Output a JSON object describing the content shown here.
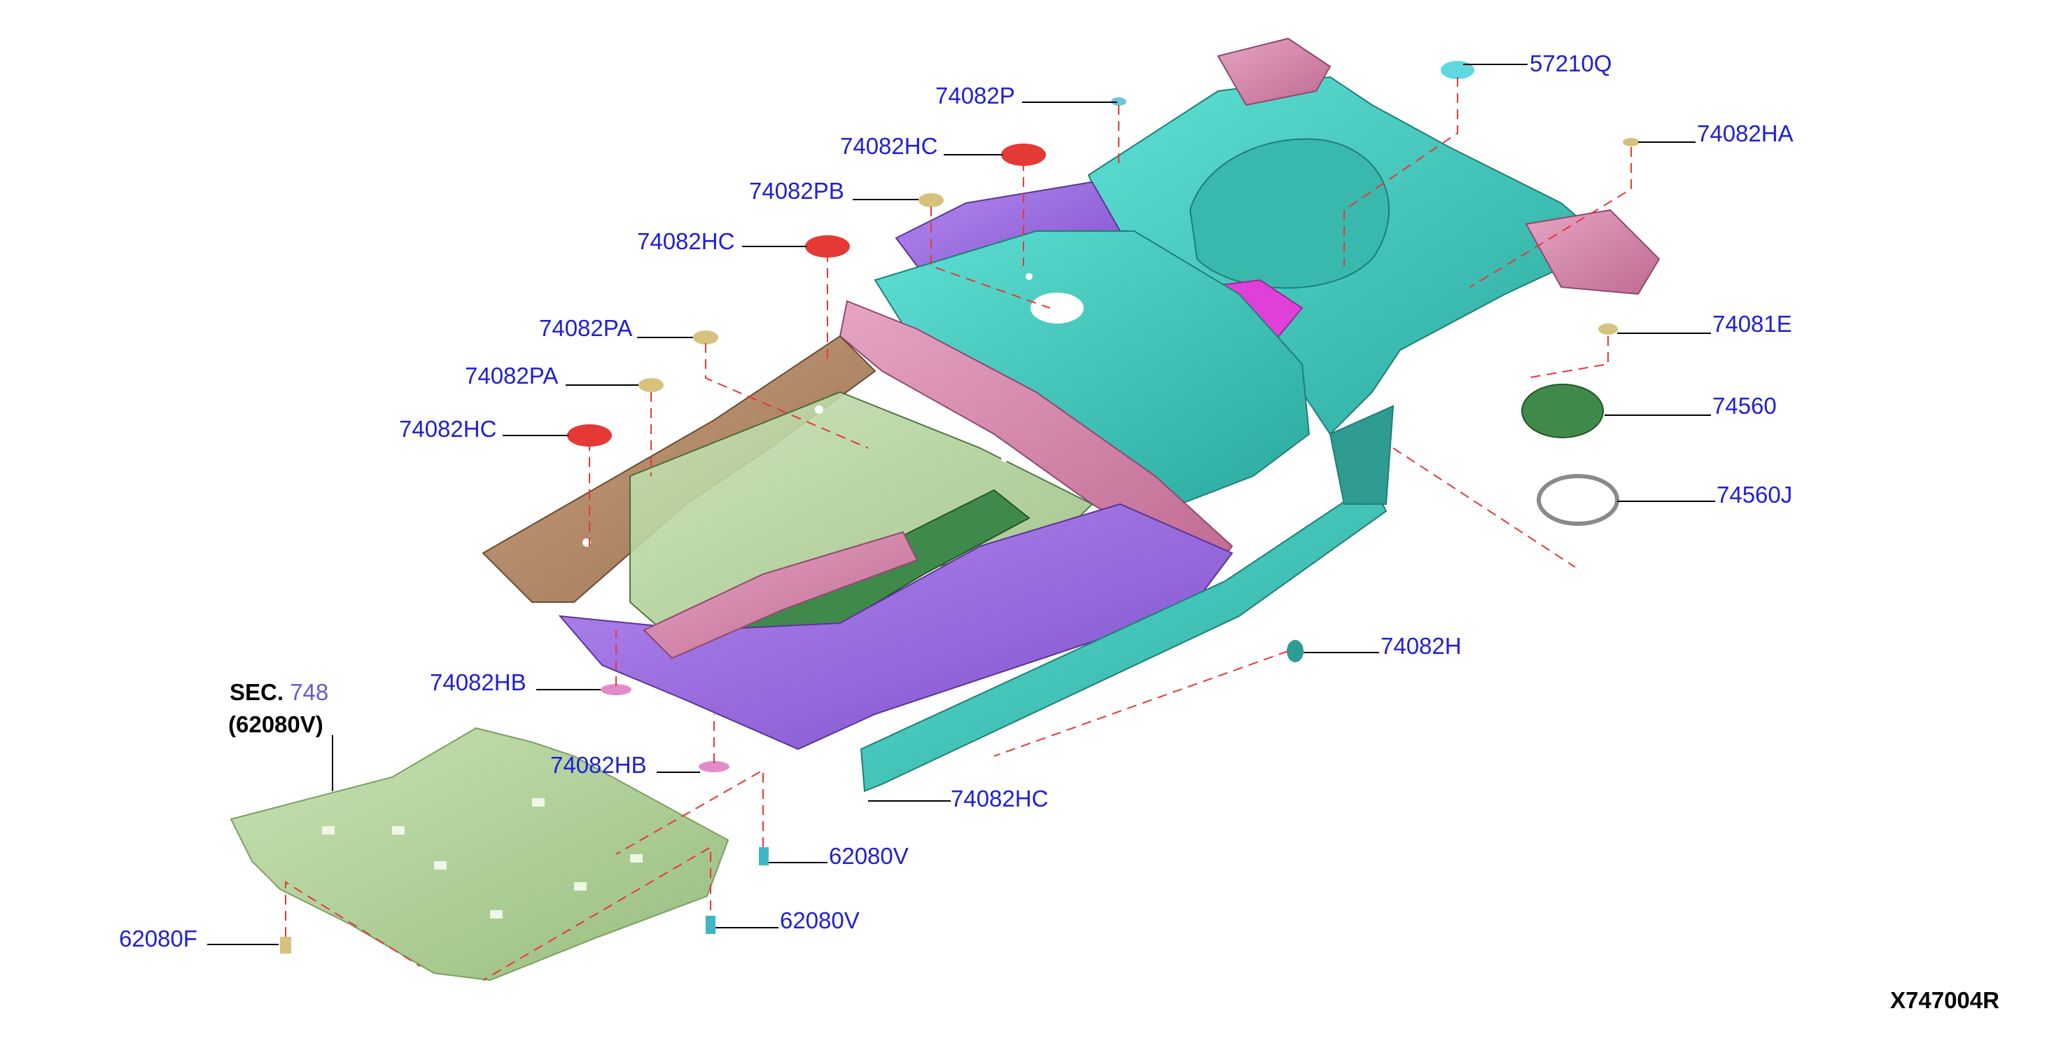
{
  "diagram": {
    "parts": [
      {
        "id": "p01",
        "number": "57210Q"
      },
      {
        "id": "p02",
        "number": "74082P"
      },
      {
        "id": "p03",
        "number": "74082HA"
      },
      {
        "id": "p04",
        "number": "74082HC"
      },
      {
        "id": "p05",
        "number": "74082PB"
      },
      {
        "id": "p06",
        "number": "74082HC"
      },
      {
        "id": "p07",
        "number": "74081E"
      },
      {
        "id": "p08",
        "number": "74082PA"
      },
      {
        "id": "p09",
        "number": "74560"
      },
      {
        "id": "p10",
        "number": "74082PA"
      },
      {
        "id": "p11",
        "number": "74082HC"
      },
      {
        "id": "p12",
        "number": "74560J"
      },
      {
        "id": "p13",
        "number": "74082H"
      },
      {
        "id": "p14",
        "number": "74082HB"
      },
      {
        "id": "p15",
        "number": "74082HB"
      },
      {
        "id": "p16",
        "number": "74082HC"
      },
      {
        "id": "p17",
        "number": "62080V"
      },
      {
        "id": "p18",
        "number": "62080V"
      },
      {
        "id": "p19",
        "number": "62080F"
      }
    ],
    "section_ref": {
      "prefix": "SEC.",
      "number": "748",
      "part": "(62080V)"
    },
    "drawing_id": "X747004R",
    "colors": {
      "label_text": "#1f1fd6",
      "dash_line": "#e53935",
      "floor_teal": "#3ec9be",
      "floor_purple": "#9a6ae0",
      "floor_brown": "#b08866",
      "floor_pink": "#d17fa6",
      "floor_green": "#3f8a4a",
      "floor_magenta": "#e040d8",
      "cover_green": "#b5d49d",
      "plug_red": "#e53935",
      "plug_tan": "#d6c27c"
    }
  }
}
